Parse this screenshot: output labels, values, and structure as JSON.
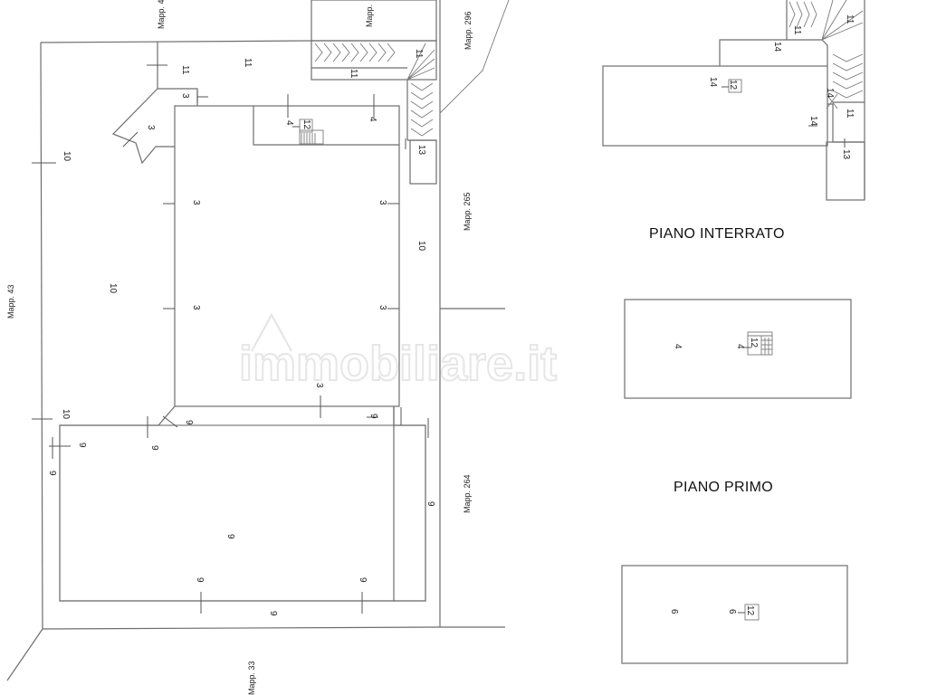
{
  "watermark": "immobiliare.it",
  "floors": {
    "interrato_title": "PIANO INTERRATO",
    "primo_title": "PIANO PRIMO"
  },
  "parcels": {
    "top_left": "Mapp. 4",
    "top_mid": "Mapp.",
    "top_right": "Mapp. 296",
    "right_upper": "Mapp. 265",
    "right_lower": "Mapp. 264",
    "left": "Mapp. 43",
    "bottom": "Mapp. 33"
  },
  "ground_labels": {
    "l11a": "11",
    "l11b": "11",
    "l11c": "11",
    "l11d": "11",
    "l3a": "3",
    "l3b": "3",
    "l3c": "3",
    "l3d": "3",
    "l3e": "3",
    "l3f": "3",
    "l3g": "3",
    "l4a": "4",
    "l4b": "4",
    "l12": "12",
    "l13": "13",
    "l10a": "10",
    "l10b": "10",
    "l10c": "10",
    "l10d": "10",
    "l9a": "9",
    "l9b": "9",
    "l9c": "9",
    "l9d": "9",
    "l9e": "9",
    "l9f": "9",
    "l9g": "9",
    "l9h": "9",
    "l9i": "9",
    "l9j": "9"
  },
  "interrato_labels": {
    "l14a": "14",
    "l14b": "14",
    "l14c": "14",
    "l14d": "14",
    "l12": "12",
    "l11a": "11",
    "l11b": "11",
    "l11c": "11",
    "l13": "13"
  },
  "primo_labels": {
    "l4a": "4",
    "l4b": "4",
    "l12": "12"
  },
  "secondo_labels": {
    "l6a": "6",
    "l6b": "6",
    "l12": "12"
  }
}
